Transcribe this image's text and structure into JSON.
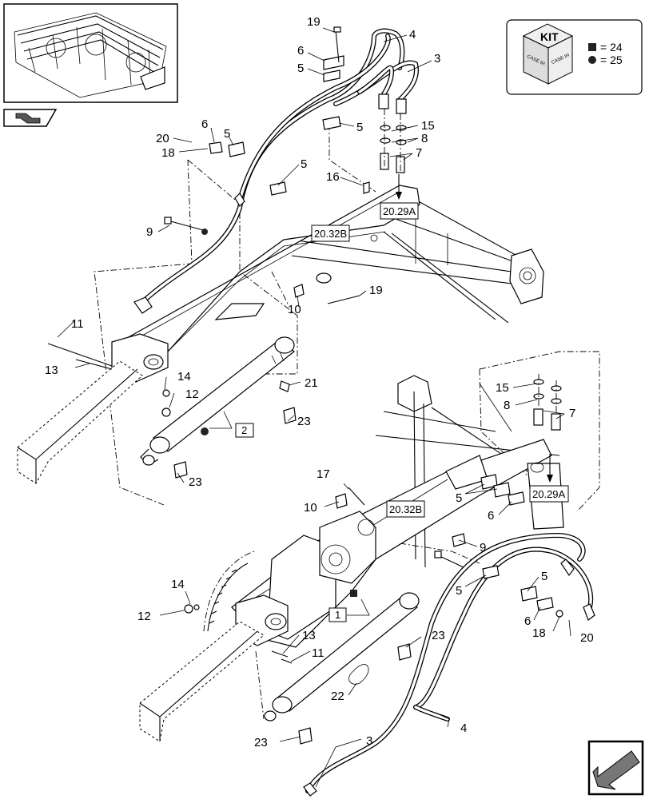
{
  "kit": {
    "label": "KIT",
    "box_text": "CASE IH",
    "entries": [
      {
        "symbol": "square",
        "text": "= 24"
      },
      {
        "symbol": "circle",
        "text": "= 25"
      }
    ]
  },
  "refs": {
    "upper_left_top": "20.29A",
    "upper_left_frame": "20.32B",
    "lower_right_top": "20.29A",
    "lower_right_frame": "20.32B"
  },
  "boxed_items": {
    "cyl_upper": "2",
    "cyl_lower": "1"
  },
  "callouts": {
    "c19a": "19",
    "c4a": "4",
    "c6a": "6",
    "c5a": "5",
    "c3a": "3",
    "c5b": "5",
    "c15a": "15",
    "c8a": "8",
    "c7a": "7",
    "c20a": "20",
    "c6b": "6",
    "c5c": "5",
    "c18a": "18",
    "c5d": "5",
    "c16a": "16",
    "c9a": "9",
    "c19b": "19",
    "c10a": "10",
    "c11a": "11",
    "c13a": "13",
    "c14a": "14",
    "c12a": "12",
    "c21a": "21",
    "c23a": "23",
    "c23b": "23",
    "c15b": "15",
    "c8b": "8",
    "c7b": "7",
    "c17a": "17",
    "c10b": "10",
    "c5e": "5",
    "c6c": "6",
    "c9b": "9",
    "c5f": "5",
    "c5g": "5",
    "c6d": "6",
    "c18b": "18",
    "c20b": "20",
    "c14b": "14",
    "c12b": "12",
    "c23c": "23",
    "c13b": "13",
    "c11b": "11",
    "c22a": "22",
    "c4b": "4",
    "c23d": "23",
    "c3b": "3"
  }
}
